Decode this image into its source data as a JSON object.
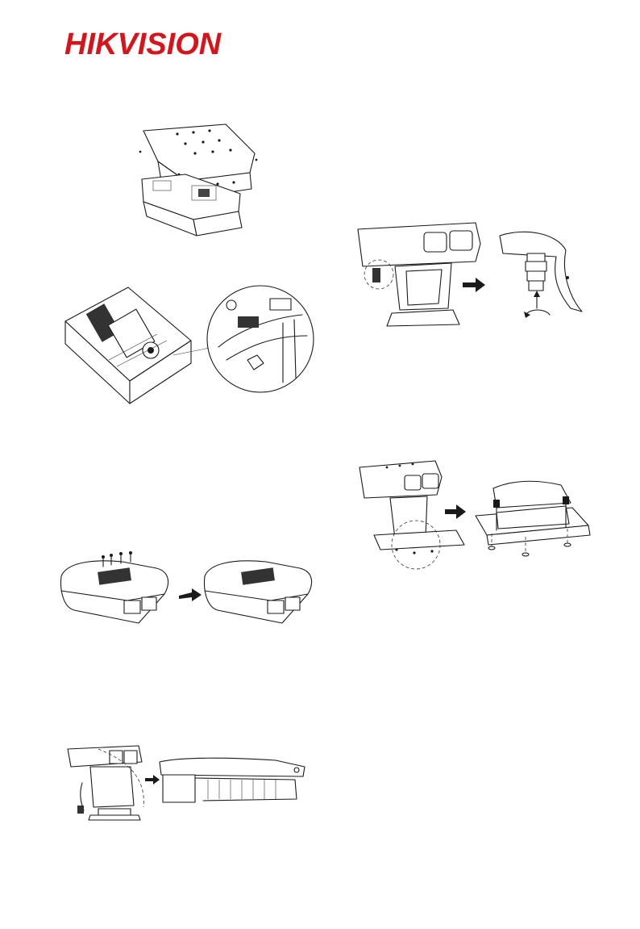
{
  "brand": {
    "logo_text": "HIKVISION",
    "logo_color": "#d7141a"
  },
  "figures": [
    {
      "id": "housing-cover-removal",
      "icon": "exploded-housing-icon"
    },
    {
      "id": "internal-wiring",
      "icon": "wiring-detail-icon"
    },
    {
      "id": "sunshield-screws",
      "icon": "sunshield-screw-icon"
    },
    {
      "id": "camera-side-view",
      "icon": "camera-mount-icon"
    },
    {
      "id": "bracket-connector",
      "icon": "connector-detail-icon"
    },
    {
      "id": "base-mounting",
      "icon": "base-mount-icon"
    }
  ],
  "colors": {
    "line": "#1a1a1a",
    "background": "#ffffff"
  }
}
